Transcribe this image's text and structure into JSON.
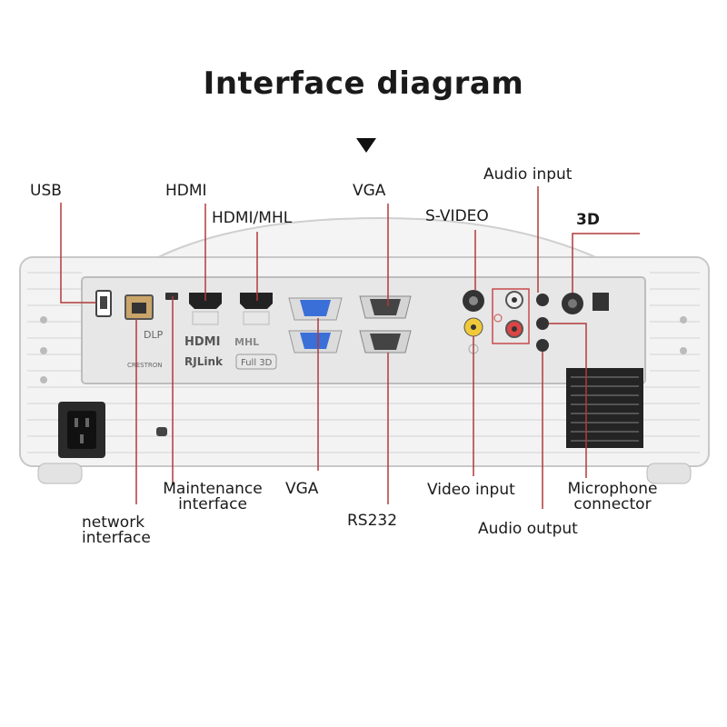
{
  "title": "Interface diagram",
  "colors": {
    "leader": "#b23a3a",
    "body": "#f2f2f2",
    "panel": "#e4e4e4",
    "port_blue": "#3a6fd8",
    "grille": "#222222"
  },
  "labels": {
    "usb": "USB",
    "hdmi": "HDMI",
    "hdmi_mhl": "HDMI/MHL",
    "vga_top": "VGA",
    "s_video": "S-VIDEO",
    "audio_input": "Audio input",
    "three_d": "3D",
    "maintenance_line1": "Maintenance",
    "maintenance_line2": "interface",
    "vga_bottom": "VGA",
    "network_line1": "network",
    "network_line2": "interface",
    "rs232": "RS232",
    "video_input": "Video input",
    "microphone_line1": "Microphone",
    "microphone_line2": "connector",
    "audio_output": "Audio output"
  },
  "panel_text": {
    "hdmi": "HDMI",
    "mhl": "MHL",
    "dlp": "DLP",
    "rjlink": "RJLink",
    "full3d": "Full 3D",
    "crestron": "CRESTRON"
  }
}
